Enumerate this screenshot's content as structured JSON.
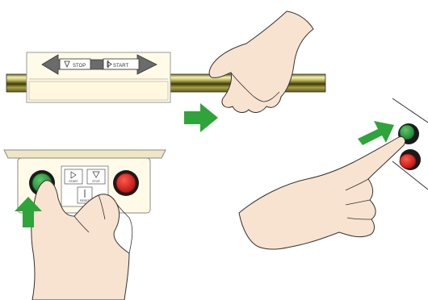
{
  "top_panel": {
    "stop_label": "STOP",
    "start_label": "START"
  },
  "control_box": {
    "small_start_label": "START",
    "small_stop_label": "STOP",
    "small_reset_label": "RESET"
  },
  "colors": {
    "hand_fill": "#f7e3cf",
    "hand_stroke": "#333333",
    "bar_highlight": "#f2f0b0",
    "bar_dark": "#5e5a18",
    "green_button": "#1f8a3a",
    "red_button": "#d81e1e",
    "arrow_green": "#2ea43a",
    "panel_fill": "#fffbe8",
    "arrow_gray": "#6b6b6b"
  },
  "icons": [
    "stop-symbol-icon",
    "start-symbol-icon",
    "push-arrow-icon",
    "hand-icon"
  ]
}
